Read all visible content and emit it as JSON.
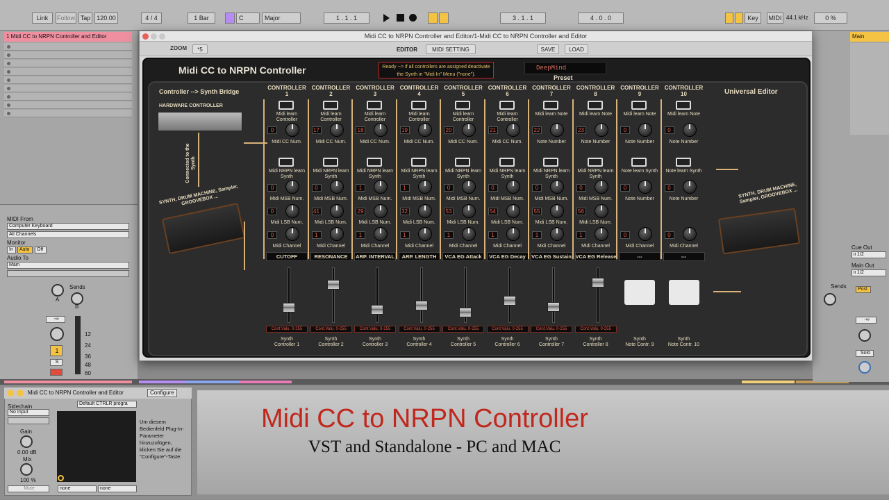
{
  "transport": {
    "link": "Link",
    "follow": "Follow",
    "tap": "Tap",
    "tempo": "120.00",
    "signature": "4 / 4",
    "bar_mode": "1 Bar",
    "key_root": "C",
    "key_scale": "Major",
    "position": "1 .   1 .   1",
    "loop_start": "3 .   1 .   1",
    "loop_len": "4 .   0 .   0",
    "key_label": "Key",
    "midi_label": "MIDI",
    "sample_rate": "44.1 kHz",
    "cpu": "0 %"
  },
  "session": {
    "track_name": "1 Midi CC to NRPN Controller and Editor",
    "right_header": "Main"
  },
  "mixer": {
    "midi_from": "MIDI From",
    "source": "Computer Keyboard",
    "channels": "All Channels",
    "monitor": "Monitor",
    "mon_in": "In",
    "mon_auto": "Auto",
    "mon_off": "Off",
    "audio_to": "Audio To",
    "audio_dest": "Main",
    "sends": "Sends",
    "send_a": "A",
    "send_b": "B",
    "inf": "-∞",
    "track_num": "1",
    "solo": "S",
    "scale": [
      "12",
      "24",
      "36",
      "48",
      "60"
    ],
    "cue_out": "Cue Out",
    "cue_val": "ii 1/2",
    "main_out": "Main Out",
    "main_val": "ii 1/2",
    "post": "Post",
    "solo_label": "Solo",
    "to_label": "To"
  },
  "device": {
    "title": "Midi CC to NRPN Controller and Editor",
    "configure": "Configure",
    "sidechain": "Sidechain",
    "no_input": "No Input",
    "program": "Default CTRLR progra",
    "gain": "Gain",
    "gain_val": "0.00 dB",
    "mix": "Mix",
    "mix_val": "100 %",
    "mute": "Mute",
    "help": "Um diesem Bedienfeld Plug-In-Parameter hinzuzufügen, klicken Sie auf die \"Configure\"-Taste.",
    "none1": "none",
    "none2": "none"
  },
  "banner": {
    "title": "Midi CC to NRPN Controller",
    "subtitle": "VST and Standalone - PC and MAC"
  },
  "window": {
    "title": "Midi CC to NRPN Controller and Editor/1-Midi CC to NRPN Controller and Editor",
    "zoom_label": "ZOOM",
    "zoom_value": "*5",
    "tab_editor": "EDITOR",
    "tab_midi": "MIDI SETTING",
    "save": "SAVE",
    "load": "LOAD"
  },
  "panel": {
    "title": "Midi CC to NRPN Controller",
    "ready_line1": "Ready --> if all controllers are assigned deactivate",
    "ready_line2": "the Synth in \"Midi In\" Menu (\"none\").",
    "preset_value": "DeepMind",
    "preset_label": "Preset",
    "bridge_label": "Controller --> Synth Bridge",
    "hw_label": "HARDWARE CONTROLLER",
    "connected_label": "Connected to the Synth",
    "synth_label_left": "SYNTH, DRUM MACHINE, Sampler, GROOVEBOX ...",
    "universal_label": "Universal Editor",
    "synth_label_right": "SYNTH, DRUM MACHINE, Sampler, GROOVEBOX ..."
  },
  "controllers": [
    {
      "hdr": "CONTROLLER",
      "num": "1",
      "learn": "Midi learn Controller",
      "cc": "0",
      "cc_label": "Midi CC Num.",
      "slearn": "Midi NRPN learn Synth",
      "msb": "0",
      "msb_label": "Midi MSB Num.",
      "lsb": "0",
      "lsb_label": "Midi LSB Num.",
      "ch": "0",
      "ch_label": "Midi Channel",
      "name": "CUTOFF",
      "cval": "Cont.Valu. 0-255",
      "bot1": "Synth",
      "bot2": "Controller 1",
      "fader": 0.22
    },
    {
      "hdr": "CONTROLLER",
      "num": "2",
      "learn": "Midi learn Controller",
      "cc": "17",
      "cc_label": "Midi CC Num.",
      "slearn": "Midi NRPN learn Synth",
      "msb": "0",
      "msb_label": "Midi MSB Num.",
      "lsb": "41",
      "lsb_label": "Midi LSB Num.",
      "ch": "1",
      "ch_label": "Midi Channel",
      "name": "RESONANCE",
      "cval": "Cont.Valu. 0-255",
      "bot1": "Synth",
      "bot2": "Controller 2",
      "fader": 0.72
    },
    {
      "hdr": "CONTROLLER",
      "num": "3",
      "learn": "Midi learn Controller",
      "cc": "18",
      "cc_label": "Midi CC Num.",
      "slearn": "Midi NRPN learn Synth",
      "msb": "1",
      "msb_label": "Midi MSB Num.",
      "lsb": "29",
      "lsb_label": "Midi LSB Num.",
      "ch": "1",
      "ch_label": "Midi Channel",
      "name": "ARP. INTERVAL",
      "cval": "Cont.Valu. 0-255",
      "bot1": "Synth",
      "bot2": "Controller 3",
      "fader": 0.18
    },
    {
      "hdr": "CONTROLLER",
      "num": "4",
      "learn": "Midi learn Controller",
      "cc": "19",
      "cc_label": "Midi CC Num.",
      "slearn": "Midi NRPN learn Synth",
      "msb": "1",
      "msb_label": "Midi MSB Num.",
      "lsb": "32",
      "lsb_label": "Midi LSB Num.",
      "ch": "1",
      "ch_label": "Midi Channel",
      "name": "ARP. LENGTH",
      "cval": "Cont.Valu. 0-255",
      "bot1": "Synth",
      "bot2": "Controller 4",
      "fader": 0.28
    },
    {
      "hdr": "CONTROLLER",
      "num": "5",
      "learn": "Midi learn Controller",
      "cc": "20",
      "cc_label": "Midi CC Num.",
      "slearn": "Midi NRPN learn Synth",
      "msb": "0",
      "msb_label": "Midi MSB Num.",
      "lsb": "53",
      "lsb_label": "Midi LSB Num.",
      "ch": "1",
      "ch_label": "Midi Channel",
      "name": "VCA EG Attack",
      "cval": "Cont.Valu. 0-255",
      "bot1": "Synth",
      "bot2": "Controller 5",
      "fader": 0.12
    },
    {
      "hdr": "CONTROLLER",
      "num": "6",
      "learn": "Midi learn Controller",
      "cc": "21",
      "cc_label": "Midi CC Num.",
      "slearn": "Midi NRPN learn Synth",
      "msb": "0",
      "msb_label": "Midi MSB Num.",
      "lsb": "54",
      "lsb_label": "Midi LSB Num.",
      "ch": "1",
      "ch_label": "Midi Channel",
      "name": "VCA EG Decay",
      "cval": "Cont.Valu. 0-255",
      "bot1": "Synth",
      "bot2": "Controller 6",
      "fader": 0.38
    },
    {
      "hdr": "CONTROLLER",
      "num": "7",
      "learn": "Midi learn Note",
      "cc": "22",
      "cc_label": "Note Number",
      "slearn": "Midi NRPN learn Synth",
      "msb": "0",
      "msb_label": "Midi MSB Num.",
      "lsb": "55",
      "lsb_label": "Midi LSB Num.",
      "ch": "1",
      "ch_label": "Midi Channel",
      "name": "VCA EG Sustain",
      "cval": "Cont.Valu. 0-255",
      "bot1": "Synth",
      "bot2": "Controller 7",
      "fader": 0.25
    },
    {
      "hdr": "CONTROLLER",
      "num": "8",
      "learn": "Midi learn Note",
      "cc": "23",
      "cc_label": "Note Number",
      "slearn": "Midi NRPN learn Synth",
      "msb": "0",
      "msb_label": "Midi MSB Num.",
      "lsb": "56",
      "lsb_label": "Midi LSB Num.",
      "ch": "1",
      "ch_label": "Midi Channel",
      "name": "VCA EG Release",
      "cval": "Cont.Valu. 0-255",
      "bot1": "Synth",
      "bot2": "Controller 8",
      "fader": 0.78
    }
  ],
  "notes": [
    {
      "hdr": "CONTROLLER",
      "num": "9",
      "learn": "Midi learn Note",
      "cc": "0",
      "cc_label": "Note Number",
      "slearn": "Note learn Synth",
      "msb": "0",
      "msb_label": "Note Number",
      "ch": "0",
      "ch_label": "Midi Channel",
      "name": "---",
      "bot1": "Synth",
      "bot2": "Note Contr. 9"
    },
    {
      "hdr": "CONTROLLER",
      "num": "10",
      "learn": "Midi learn Note",
      "cc": "0",
      "cc_label": "Note Number",
      "slearn": "Note learn Synth",
      "msb": "0",
      "msb_label": "Note Number",
      "ch": "0",
      "ch_label": "Midi Channel",
      "name": "---",
      "bot1": "Synth",
      "bot2": "Note Contr. 10"
    }
  ]
}
